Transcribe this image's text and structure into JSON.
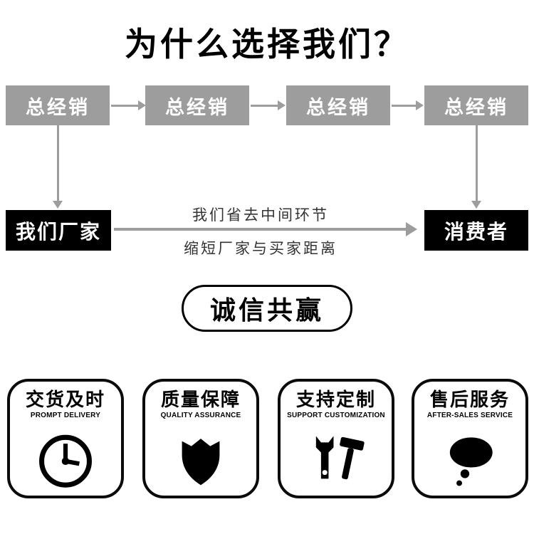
{
  "title": "为什么选择我们？",
  "flow": {
    "distributors": [
      "总经销",
      "总经销",
      "总经销",
      "总经销"
    ],
    "factory": "我们厂家",
    "consumer": "消费者",
    "arrow_caption_top": "我们省去中间环节",
    "arrow_caption_bottom": "缩短厂家与买家距离"
  },
  "slogan": "诚信共赢",
  "badges": [
    {
      "title": "交货及时",
      "subtitle": "PROMPT DELIVERY",
      "icon": "clock-icon"
    },
    {
      "title": "质量保障",
      "subtitle": "QUALITY ASSURANCE",
      "icon": "shield-icon"
    },
    {
      "title": "支持定制",
      "subtitle": "SUPPORT CUSTOMIZATION",
      "icon": "wrench-hammer-icon"
    },
    {
      "title": "售后服务",
      "subtitle": "AFTER-SALES SERVICE",
      "icon": "thought-bubble-icon"
    }
  ],
  "colors": {
    "box_gray": "#9d9d9d",
    "arrow_gray": "#9d9d9d",
    "ink_black": "#000000",
    "background": "#ffffff"
  }
}
